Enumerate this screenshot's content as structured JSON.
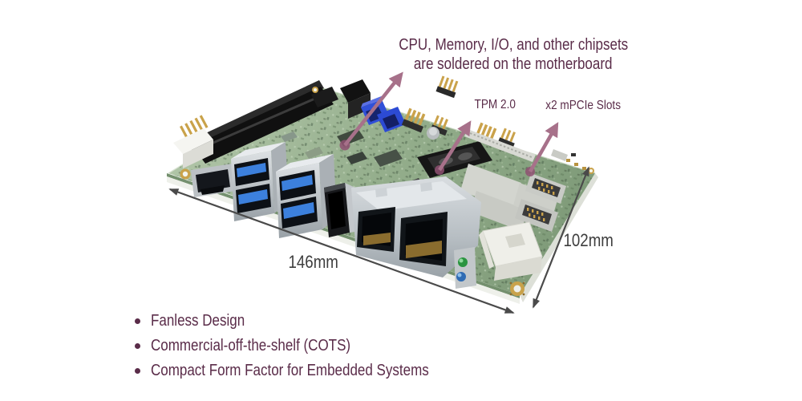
{
  "callouts": {
    "soldered": {
      "line1": "CPU, Memory, I/O, and other chipsets",
      "line2": "are soldered on the motherboard"
    },
    "tpm": {
      "label": "TPM 2.0"
    },
    "mpcie": {
      "label": "x2 mPCIe Slots"
    }
  },
  "dimensions": {
    "width_label": "146mm",
    "depth_label": "102mm"
  },
  "features": [
    "Fanless Design",
    "Commercial-off-the-shelf (COTS)",
    "Compact Form Factor for Embedded Systems"
  ],
  "board_components": [
    "SODIMM slot",
    "SATA connectors",
    "SIM card holder",
    "mPCIe slots",
    "pin headers",
    "HDMI port",
    "USB 3.0 ports",
    "DisplayPort",
    "dual LAN ports",
    "LED indicators",
    "power connector",
    "mounting holes"
  ],
  "colors": {
    "callout_text": "#5a2c49",
    "callout_arrow": "#a7718a",
    "dimension_text": "#3d3d3d",
    "pcb_green": "#99b391",
    "usb_blue": "#3c80dd",
    "sata_blue": "#2f51d6"
  }
}
